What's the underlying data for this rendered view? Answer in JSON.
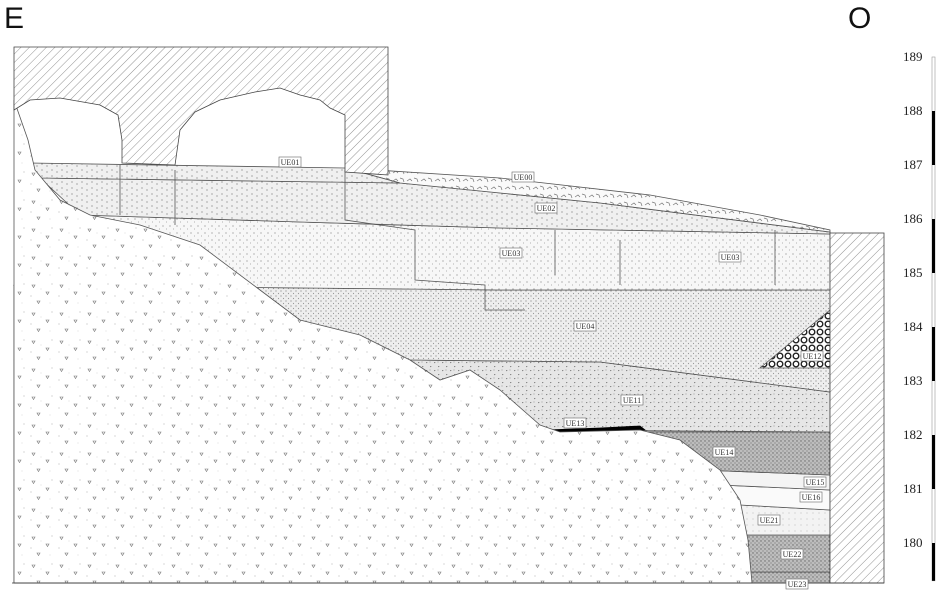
{
  "orientation": {
    "left": "E",
    "right": "O"
  },
  "units": [
    "UE01",
    "UE00",
    "UE02",
    "UE03",
    "UE03",
    "UE04",
    "UE12",
    "UE11",
    "UE13",
    "UE14",
    "UE15",
    "UE16",
    "UE21",
    "UE22",
    "UE23"
  ],
  "scale": {
    "ticks": [
      189,
      188,
      187,
      186,
      185,
      184,
      183,
      182,
      181,
      180
    ],
    "black_segments": [
      [
        188,
        187
      ],
      [
        186,
        185
      ],
      [
        184,
        183
      ],
      [
        182,
        181
      ],
      [
        180,
        179.3
      ]
    ]
  }
}
